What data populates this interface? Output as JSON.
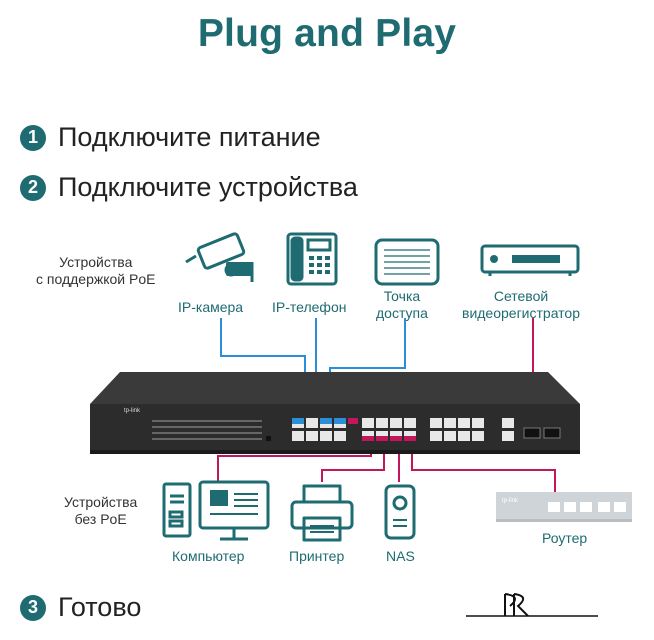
{
  "title": "Plug and Play",
  "steps": [
    {
      "num": "1",
      "text": "Подключите питание"
    },
    {
      "num": "2",
      "text": "Подключите устройства"
    },
    {
      "num": "3",
      "text": "Готово"
    }
  ],
  "poe_group_label_line1": "Устройства",
  "poe_group_label_line2": "с поддержкой PoE",
  "nonpoe_group_label_line1": "Устройства",
  "nonpoe_group_label_line2": "без PoE",
  "devices_top": {
    "camera": "IP-камера",
    "phone": "IP-телефон",
    "ap_line1": "Точка",
    "ap_line2": "доступа",
    "nvr_line1": "Сетевой",
    "nvr_line2": "видеорегистратор"
  },
  "devices_bottom": {
    "computer": "Компьютер",
    "printer": "Принтер",
    "nas": "NAS",
    "router": "Роутер"
  },
  "switch_brand": "tp-link",
  "router_brand": "tp-link",
  "nas_text": "NAS",
  "colors": {
    "accent": "#1e6b72",
    "poe_cable": "#2a8fd6",
    "data_cable": "#c2185b"
  }
}
